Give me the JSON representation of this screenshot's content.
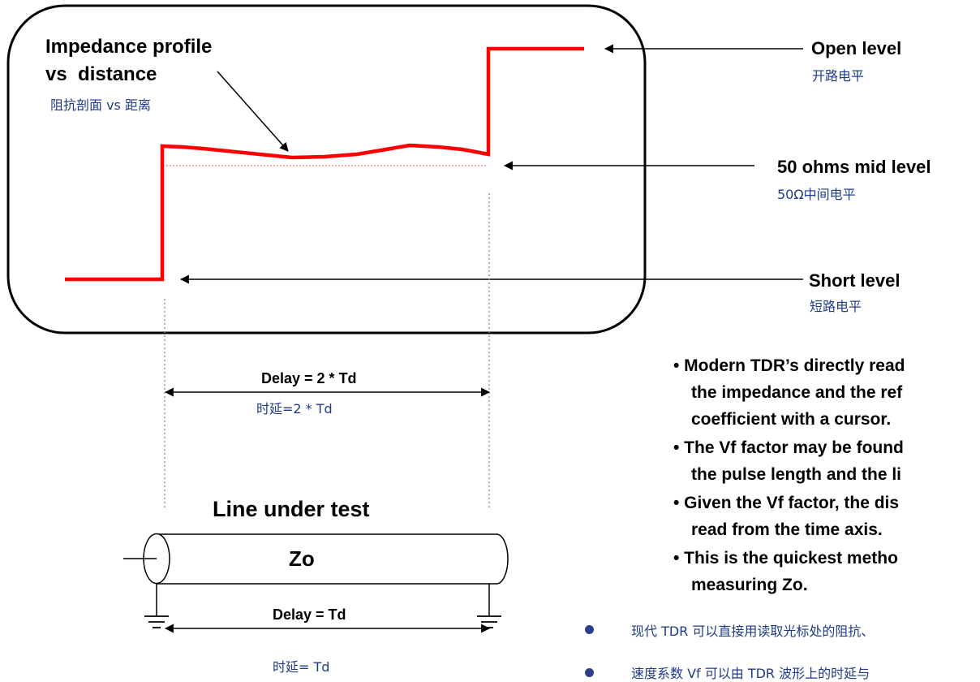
{
  "profile": {
    "title_line1": "Impedance profile",
    "title_line2": "vs  distance",
    "title_cn": "阻抗剖面 vs 距离"
  },
  "levels": {
    "open": "Open level",
    "open_cn": "开路电平",
    "mid": "50 ohms mid level",
    "mid_cn": "50Ω中间电平",
    "short": "Short level",
    "short_cn": "短路电平"
  },
  "delay_round_trip": {
    "label": "Delay = 2 * Td",
    "label_cn": "时延=2 * Td"
  },
  "line": {
    "title": "Line under test",
    "impedance": "Zo"
  },
  "delay_one_way": {
    "label": "Delay = Td",
    "label_cn": "时延= Td"
  },
  "bullets": [
    [
      "• Modern TDR’s directly read",
      "the impedance and the ref",
      "coefficient with a cursor."
    ],
    [
      "• The Vf factor may be found",
      "the pulse length and the li"
    ],
    [
      "• Given the Vf factor, the dis",
      "read from the time axis."
    ],
    [
      "• This is the quickest metho",
      "measuring Zo."
    ]
  ],
  "bullets_cn": [
    "现代 TDR 可以直接用读取光标处的阻抗、",
    "速度系数 Vf 可以由 TDR 波形上的时延与"
  ],
  "colors": {
    "trace": "#ff0000",
    "midline": "#ff6666",
    "cn_text": "#1f3a8a",
    "bullet_dot": "#2d3e8f"
  }
}
